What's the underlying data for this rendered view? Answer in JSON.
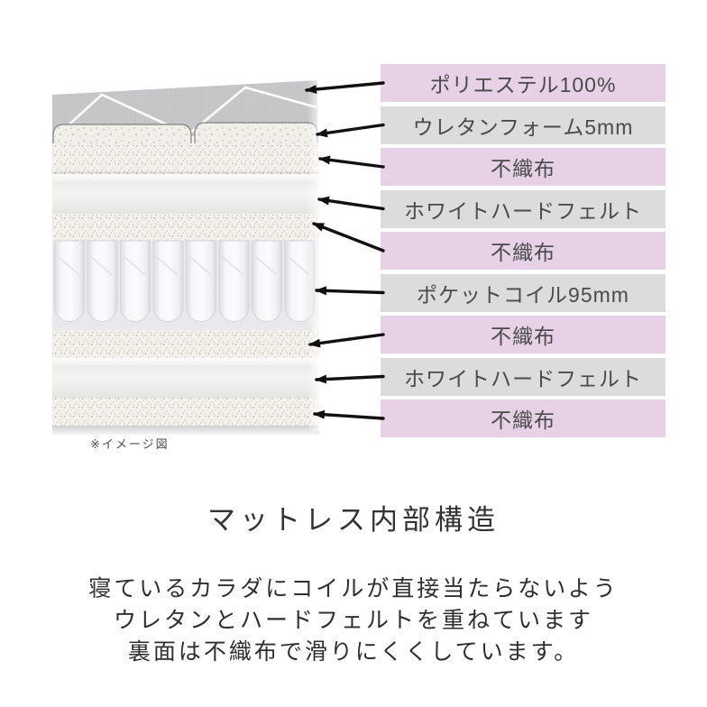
{
  "diagram": {
    "labels": [
      {
        "text": "ポリエステル100%"
      },
      {
        "text": "ウレタンフォーム5mm"
      },
      {
        "text": "不織布"
      },
      {
        "text": "ホワイトハードフェルト"
      },
      {
        "text": "不織布"
      },
      {
        "text": "ポケットコイル95mm"
      },
      {
        "text": "不織布"
      },
      {
        "text": "ホワイトハードフェルト"
      },
      {
        "text": "不織布"
      }
    ],
    "note": "※イメージ図",
    "colors": {
      "label_lavender": "#e7d1e7",
      "label_gray": "#dcdcdc",
      "arrow": "#111111",
      "quilt_gray": "#c7c7c9",
      "text": "#333333"
    }
  },
  "section": {
    "title": "マットレス内部構造",
    "description_lines": [
      "寝ているカラダにコイルが直接当たらないよう",
      "ウレタンとハードフェルトを重ねています",
      "裏面は不織布で滑りにくくしています。"
    ]
  }
}
